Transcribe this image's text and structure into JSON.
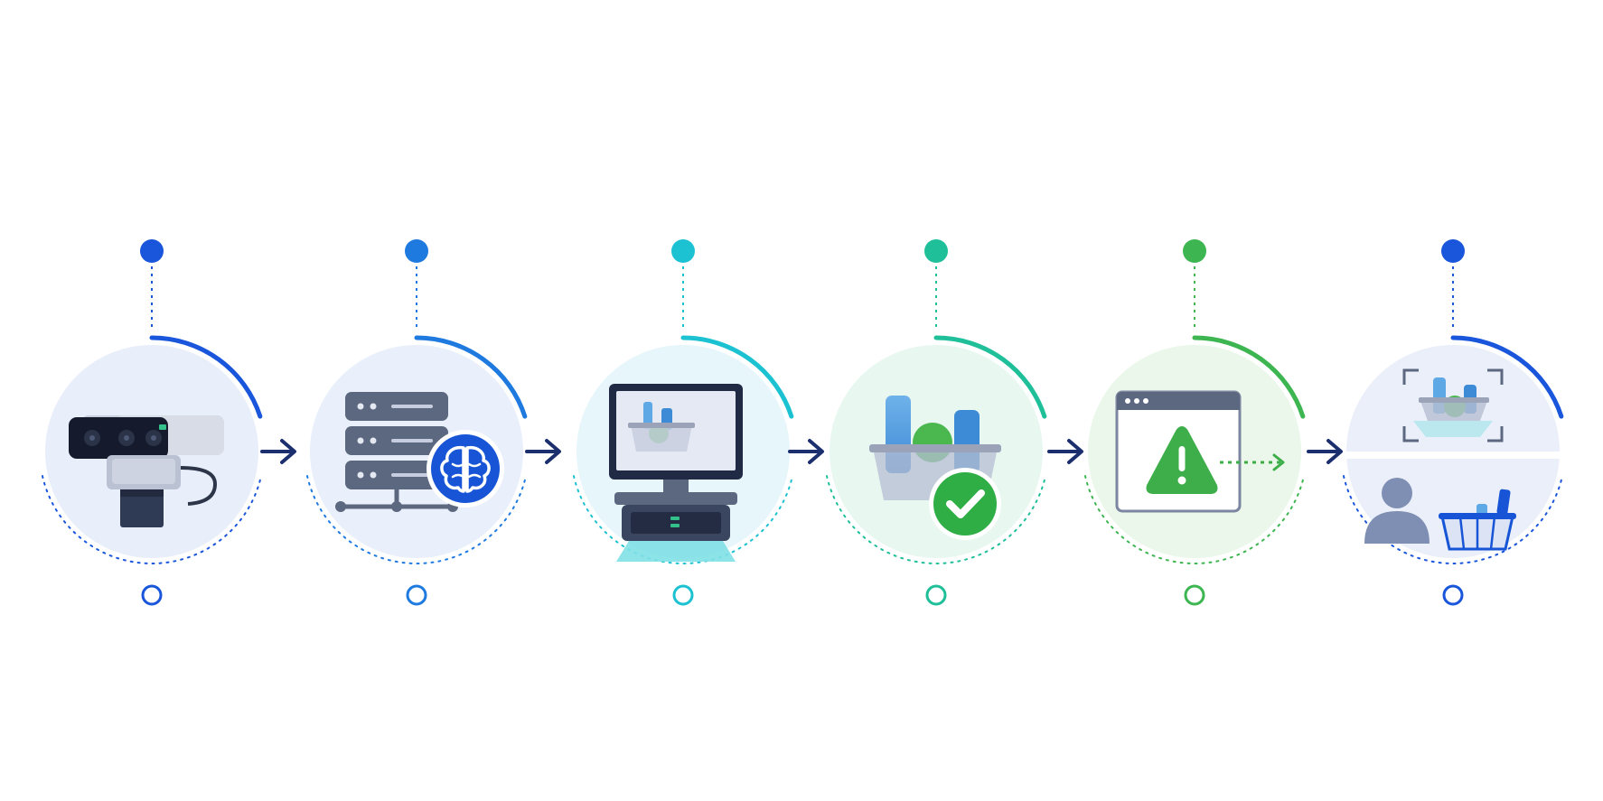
{
  "diagram": {
    "steps": [
      {
        "id": "camera",
        "icon": "depth-camera-icon",
        "color": "#1a56db",
        "tint": "#e9eefb"
      },
      {
        "id": "ai-server",
        "icon": "server-brain-icon",
        "color": "#1f7ae0",
        "tint": "#e9f0fb"
      },
      {
        "id": "checkout",
        "icon": "checkout-kiosk-icon",
        "color": "#1cc2d1",
        "tint": "#e6f6fb"
      },
      {
        "id": "verified",
        "icon": "verified-basket-icon",
        "color": "#1fbf9a",
        "tint": "#e8f8f1"
      },
      {
        "id": "alert",
        "icon": "alert-window-icon",
        "color": "#3db551",
        "tint": "#eaf7ea"
      },
      {
        "id": "review",
        "icon": "scan-and-customer-icon",
        "color": "#1a56db",
        "tint": "#eaeff9"
      }
    ],
    "arrow_color": "#1b2f6e"
  }
}
